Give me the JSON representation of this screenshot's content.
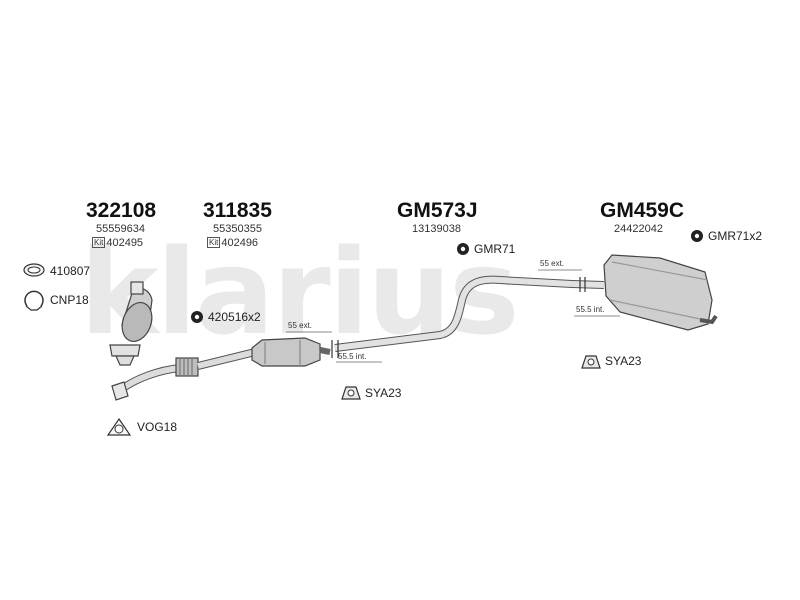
{
  "watermark": "klarius",
  "parts": [
    {
      "number": "322108",
      "oem": "55559634",
      "kit": "402495"
    },
    {
      "number": "311835",
      "oem": "55350355",
      "kit": "402496"
    },
    {
      "number": "GM573J",
      "oem": "13139038"
    },
    {
      "number": "GM459C",
      "oem": "24422042"
    }
  ],
  "kit_tag": "Kit",
  "fittings": [
    {
      "code": "410807",
      "icon": "clamp-ring-icon"
    },
    {
      "code": "CNP18",
      "icon": "pipe-clamp-icon"
    },
    {
      "code": "420516x2",
      "icon": "fitting-kit-icon"
    },
    {
      "code": "VOG18",
      "icon": "gasket-icon"
    },
    {
      "code": "SYA23",
      "icon": "rubber-mount-icon"
    },
    {
      "code": "GMR71",
      "icon": "fitting-kit-icon"
    },
    {
      "code": "SYA23",
      "icon": "rubber-mount-icon"
    },
    {
      "code": "GMR71x2",
      "icon": "fitting-kit-icon"
    }
  ],
  "dimensions": [
    "55 ext.",
    "55.5 int.",
    "55 ext.",
    "55.5 int."
  ]
}
